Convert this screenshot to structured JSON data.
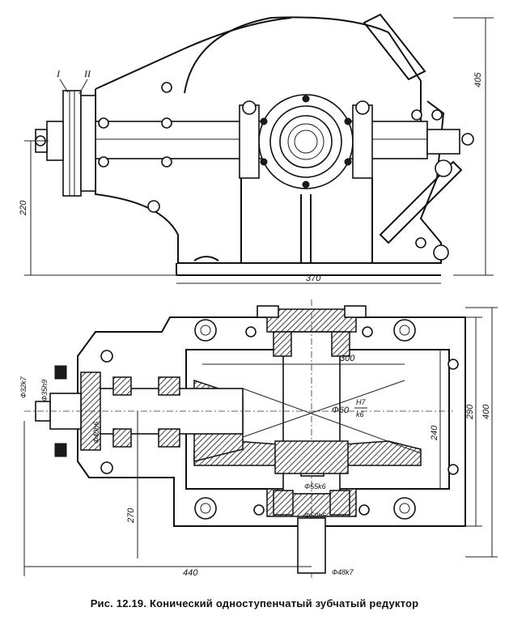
{
  "caption": "Рис. 12.19. Конический одноступенчатый зубчатый редуктор",
  "top_view": {
    "position_labels": [
      "I",
      "II"
    ],
    "dimensions": [
      "405",
      "220",
      "370"
    ]
  },
  "bottom_view": {
    "dimensions": [
      "300",
      "290",
      "400",
      "240",
      "270",
      "440"
    ],
    "diameters": {
      "d32": "Ф32k7",
      "d35": "Ф35h9",
      "d40": "Ф40h6",
      "d60_main": "Ф60",
      "d60_fit_top": "H7",
      "d60_fit_bottom": "k6",
      "d55": "Ф55k6",
      "d50": "Ф50h6",
      "d48": "Ф48k7"
    }
  }
}
